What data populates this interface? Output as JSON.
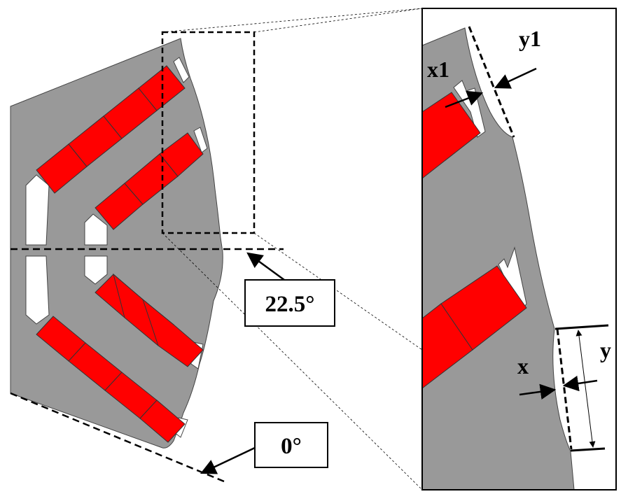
{
  "colors": {
    "steel": "#999999",
    "magnet": "#ff0000",
    "slot": "#ffffff",
    "line": "#000000",
    "background": "#ffffff"
  },
  "annotations": {
    "angle_mid": "22.5°",
    "angle_zero": "0°",
    "notch_width_x": "x",
    "notch_span_y": "y",
    "notch_width_x1": "x1",
    "notch_span_y1": "y1"
  }
}
